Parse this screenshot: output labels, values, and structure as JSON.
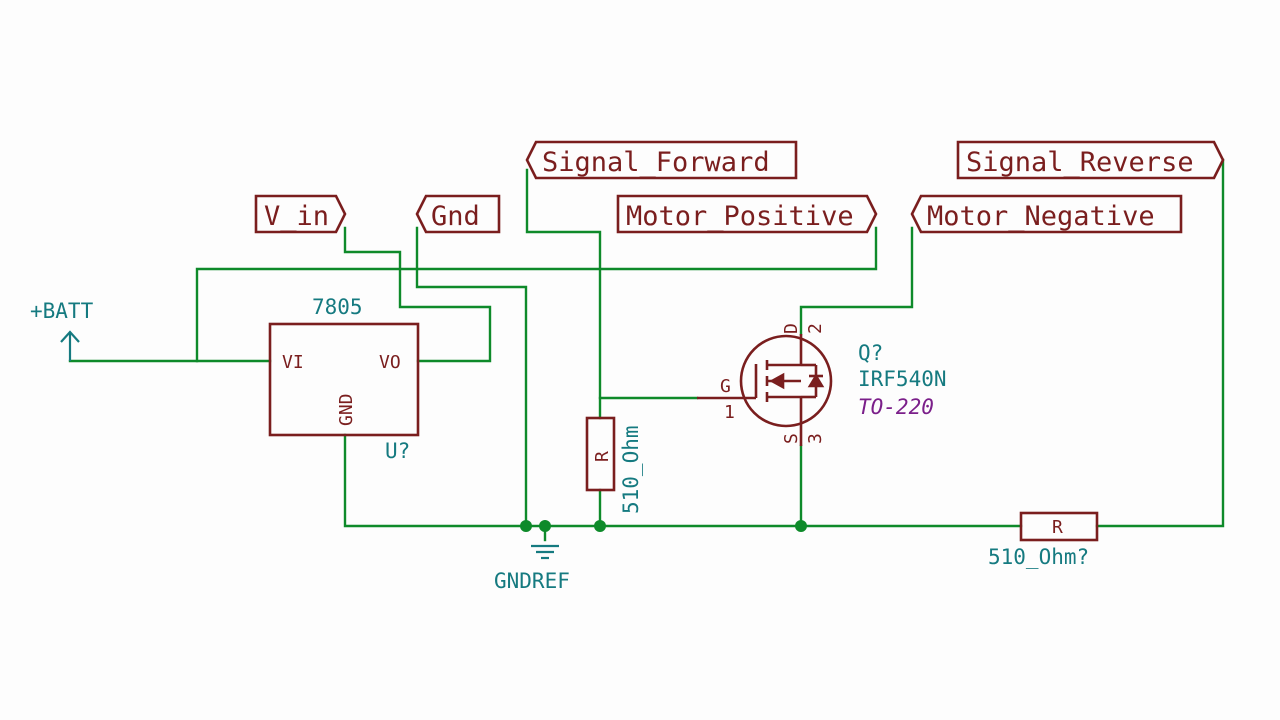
{
  "global_labels": {
    "v_in": "V_in",
    "gnd": "Gnd",
    "signal_forward": "Signal_Forward",
    "motor_positive": "Motor_Positive",
    "motor_negative": "Motor_Negative",
    "signal_reverse": "Signal_Reverse"
  },
  "power": {
    "batt": "+BATT",
    "gndref": "GNDREF"
  },
  "regulator": {
    "value": "7805",
    "reference": "U?",
    "pin_vi": "VI",
    "pin_vo": "VO",
    "pin_gnd": "GND"
  },
  "mosfet": {
    "reference": "Q?",
    "value": "IRF540N",
    "footprint": "TO-220",
    "pin_g": "G",
    "pin_d": "D",
    "pin_s": "S",
    "pin_1": "1",
    "pin_2": "2",
    "pin_3": "3"
  },
  "resistor_gate": {
    "symbol": "R",
    "value": "510_Ohm"
  },
  "resistor_signal": {
    "symbol": "R",
    "value": "510_Ohm?"
  },
  "colors": {
    "wire": "#0e8a2a",
    "component": "#7a1e1e",
    "field": "#157a80",
    "footprint": "#7b1f8a"
  }
}
